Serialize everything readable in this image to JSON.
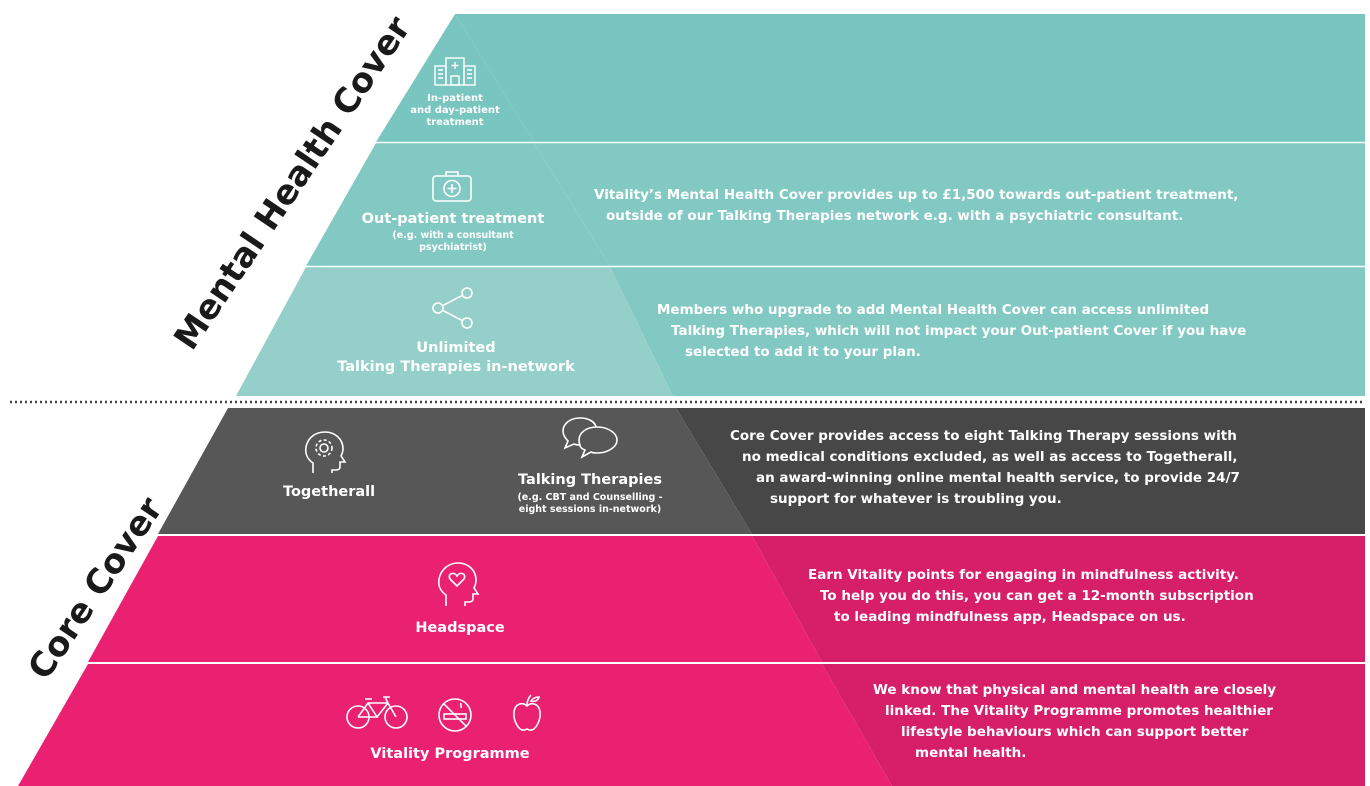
{
  "colors": {
    "teal_top": "#79c5bf",
    "teal_mid": "#83c9c3",
    "teal_low": "#94cfca",
    "grey_left": "#575757",
    "grey_right": "#474747",
    "pink_left": "#ea2171",
    "pink_right": "#d61f68",
    "divider": "#444444"
  },
  "side_labels": {
    "mental": "Mental Health Cover",
    "core": "Core Cover"
  },
  "tiers": {
    "inpatient": {
      "icon": "hospital-icon",
      "label_lines": [
        "In-patient",
        "and day-patient",
        "treatment"
      ]
    },
    "outpatient": {
      "icon": "medical-kit-icon",
      "title": "Out-patient treatment",
      "sub_lines": [
        "(e.g. with a consultant",
        "psychiatrist)"
      ],
      "desc_lines": [
        "Vitality’s Mental Health Cover provides up to £1,500 towards out-patient treatment,",
        "outside of our Talking Therapies network e.g. with a psychiatric consultant."
      ]
    },
    "unlimited": {
      "icon": "share-network-icon",
      "title_lines": [
        "Unlimited",
        "Talking Therapies in-network"
      ],
      "desc_lines": [
        "Members who upgrade to add Mental Health Cover can access unlimited",
        "Talking Therapies, which will not impact your Out-patient Cover if you have",
        "selected to add it to your plan."
      ]
    },
    "core": {
      "togetherall": {
        "icon": "head-gear-icon",
        "label": "Togetherall"
      },
      "talking": {
        "icon": "chat-bubbles-icon",
        "title": "Talking Therapies",
        "sub_lines": [
          "(e.g. CBT and Counselling -",
          "eight sessions in-network)"
        ]
      },
      "desc_lines": [
        "Core Cover provides access to eight Talking Therapy sessions with",
        "no medical conditions excluded, as well as access to Togetherall,",
        "an award-winning online mental health service, to provide 24/7",
        "support for whatever is troubling you."
      ]
    },
    "headspace": {
      "icon": "head-heart-icon",
      "label": "Headspace",
      "desc_lines": [
        "Earn Vitality points for engaging in mindfulness activity.",
        "To help you do this, you can get a 12-month subscription",
        "to leading mindfulness app, Headspace on us."
      ]
    },
    "vitality": {
      "icons": [
        "bicycle-icon",
        "no-smoking-icon",
        "apple-icon"
      ],
      "label": "Vitality Programme",
      "desc_lines": [
        "We know that physical and mental health are closely",
        "linked. The Vitality Programme promotes healthier",
        "lifestyle behaviours which can support better",
        "mental health."
      ]
    }
  }
}
